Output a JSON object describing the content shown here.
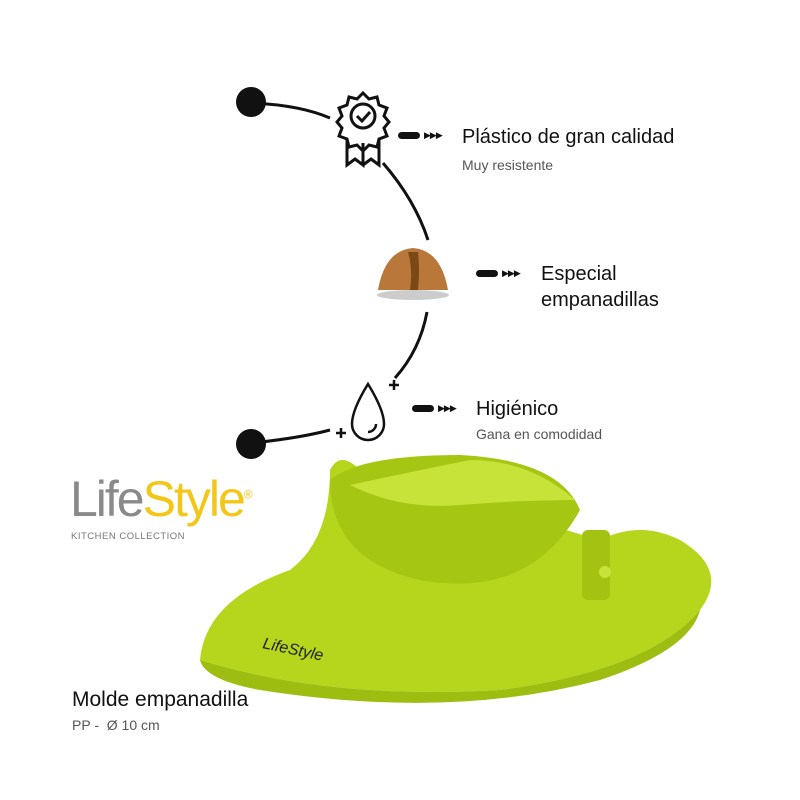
{
  "features": [
    {
      "title": "Plástico de gran calidad",
      "subtitle": "Muy resistente",
      "icon": "award-badge-icon"
    },
    {
      "title": "Especial empanadillas",
      "title_line1": "Especial",
      "title_line2": "empanadillas",
      "icon": "empanada-icon"
    },
    {
      "title": "Higiénico",
      "subtitle": "Gana en comodidad",
      "icon": "water-drop-icon"
    }
  ],
  "brand": {
    "name_part1": "Life",
    "name_part2": "Style",
    "registered": "®",
    "tagline": "KITCHEN COLLECTION",
    "gray": "#8a8a8a",
    "yellow": "#f2c718"
  },
  "product": {
    "name": "Molde empanadilla",
    "spec": "PP -  Ø 10 cm",
    "color": "#b5d61c",
    "imprint": "LifeStyle"
  }
}
